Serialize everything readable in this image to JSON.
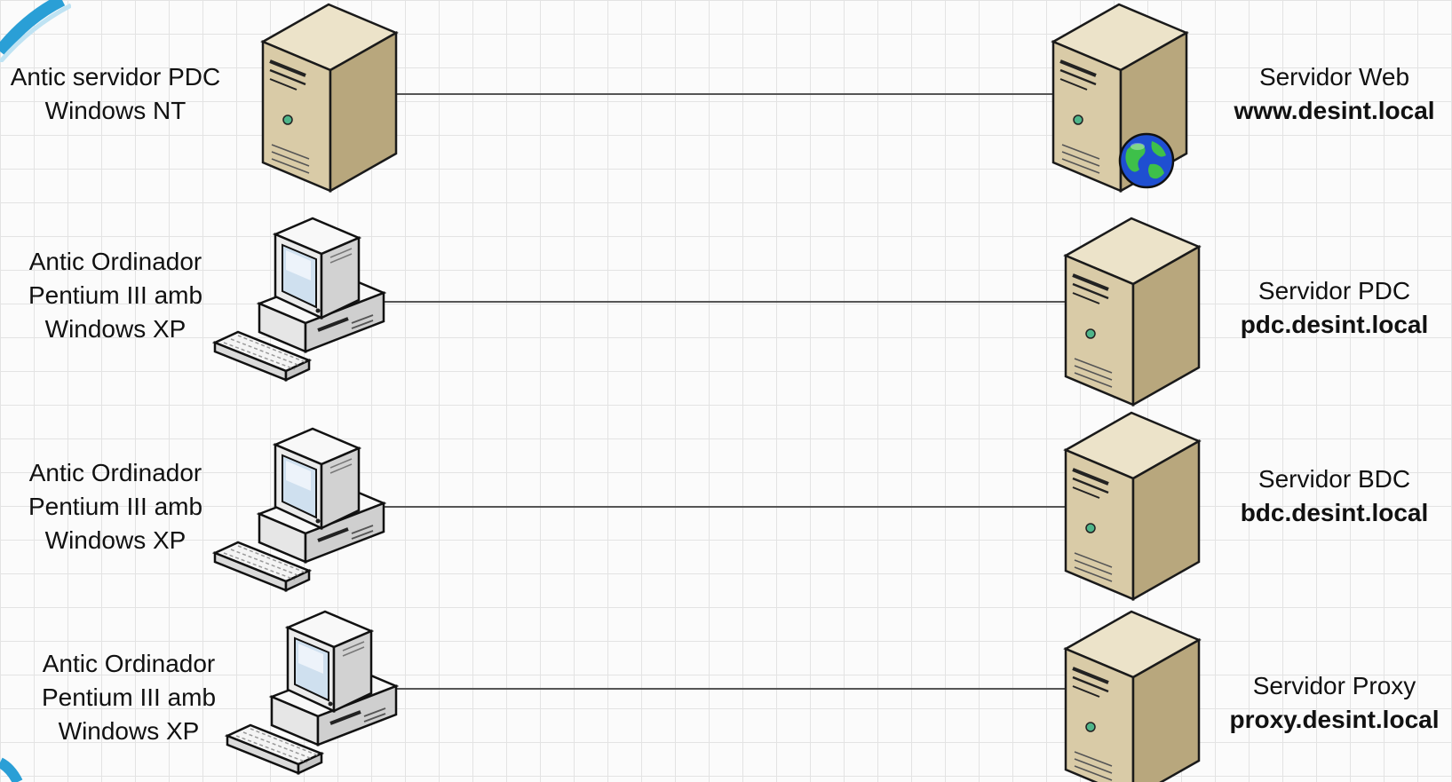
{
  "left_nodes": [
    {
      "type": "server",
      "lines": [
        "Antic servidor PDC",
        "Windows NT"
      ]
    },
    {
      "type": "workstation",
      "lines": [
        "Antic Ordinador",
        "Pentium III amb",
        "Windows XP"
      ]
    },
    {
      "type": "workstation",
      "lines": [
        "Antic Ordinador",
        "Pentium III amb",
        "Windows XP"
      ]
    },
    {
      "type": "workstation",
      "lines": [
        "Antic Ordinador",
        "Pentium III amb",
        "Windows XP"
      ]
    }
  ],
  "right_nodes": [
    {
      "type": "web-server",
      "name": "Servidor Web",
      "host": "www.desint.local"
    },
    {
      "type": "server",
      "name": "Servidor PDC",
      "host": "pdc.desint.local"
    },
    {
      "type": "server",
      "name": "Servidor BDC",
      "host": "bdc.desint.local"
    },
    {
      "type": "server",
      "name": "Servidor Proxy",
      "host": "proxy.desint.local"
    }
  ],
  "links": [
    {
      "from": "left.0",
      "to": "right.0"
    },
    {
      "from": "left.1",
      "to": "right.1"
    },
    {
      "from": "left.2",
      "to": "right.2"
    },
    {
      "from": "left.3",
      "to": "right.3"
    }
  ],
  "colors": {
    "server_front": "#d9cba7",
    "server_side": "#b8a77d",
    "server_top": "#ece3c9",
    "computer_body": "#f1f1f1",
    "screen": "#cfe0ef",
    "link_line": "#555555",
    "grid": "#e3e3e3",
    "accent_arc": "#2a9fd6"
  }
}
